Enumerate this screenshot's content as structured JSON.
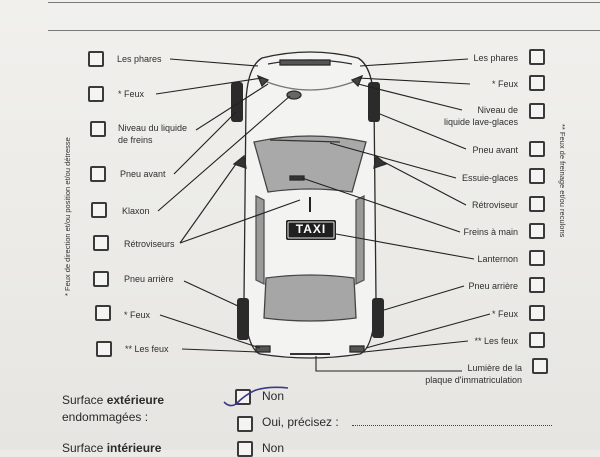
{
  "left_labels": {
    "phares": "Les phares",
    "feux1": "* Feux",
    "frein": "Niveau du liquide\nde freins",
    "pneu_avant": "Pneu avant",
    "klaxon": "Klaxon",
    "retro": "Rétroviseurs",
    "pneu_arriere": "Pneu arrière",
    "feux2": "* Feux",
    "les_feux": "** Les feux"
  },
  "right_labels": {
    "phares": "Les phares",
    "feux1": "* Feux",
    "lave": "Niveau de\nliquide lave-glaces",
    "pneu_avant": "Pneu avant",
    "essuie": "Essuie-glaces",
    "retro": "Rétroviseur",
    "freins_main": "Freins à main",
    "lanternon": "Lanternon",
    "pneu_arriere": "Pneu arrière",
    "feux2": "* Feux",
    "les_feux": "** Les feux",
    "plaque": "Lumière de la\nplaque d'immatriculation"
  },
  "side_notes": {
    "left": "* Feux de direction et/ou position et/ou détresse",
    "right": "** Feux de freinage et/ou reculons"
  },
  "car": {
    "sign": "TAXI"
  },
  "surface": {
    "label_prefix": "Surface ",
    "label_bold": "extérieure",
    "label_line2": "endommagées :",
    "option_no": "Non",
    "option_yes": "Oui, précisez :",
    "next_prefix": "Surface ",
    "next_bold": "intérieure",
    "next_option": "Non"
  }
}
